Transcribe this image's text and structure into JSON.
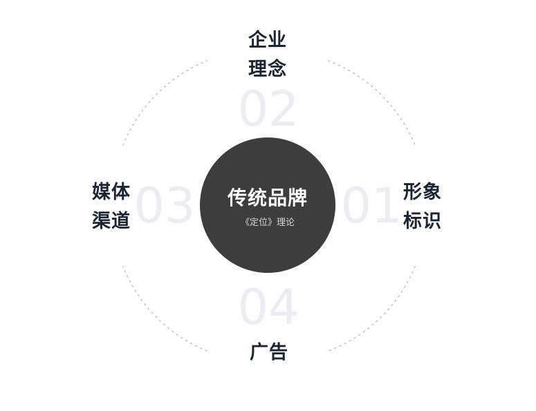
{
  "center": {
    "title": "传统品牌",
    "subtitle": "《定位》理论"
  },
  "nodes": [
    {
      "number": "02",
      "line1": "企业",
      "line2": "理念"
    },
    {
      "number": "01",
      "line1": "形象",
      "line2": "标识"
    },
    {
      "number": "03",
      "line1": "媒体",
      "line2": "渠道"
    },
    {
      "number": "04",
      "line1": "广告"
    }
  ],
  "colors": {
    "center_fill": "#3d3d3d",
    "ring_stroke": "#c4c4c4",
    "number_fill": "#ecedf1",
    "label_text": "#1b2433",
    "center_text": "#ffffff"
  }
}
